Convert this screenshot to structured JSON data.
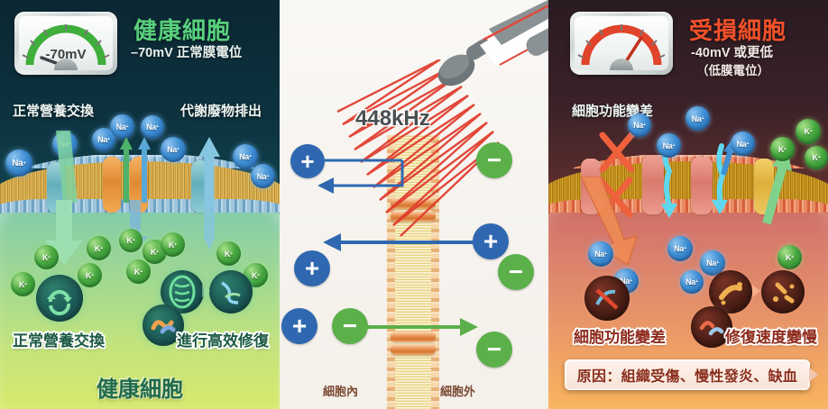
{
  "panels": {
    "healthy": {
      "gauge": {
        "value": "-70mV",
        "name": "voltage-meter",
        "arc_color": "#3fae3a"
      },
      "title": "健康細胞",
      "subtitle": "–70mV 正常膜電位",
      "top_labels": [
        "正常營養交換",
        "代謝廢物排出"
      ],
      "mid_labels": [
        "正常營養交換",
        "進行高效修復"
      ],
      "footer": "健康細胞",
      "ions": {
        "sodium": "Na",
        "sodium_charge": "+",
        "potassium": "K",
        "potassium_charge": "+"
      },
      "accent": "#58d07d"
    },
    "middle": {
      "frequency": "448kHz",
      "label_inside": "細胞內",
      "label_outside": "細胞外",
      "plus_glyph": "+",
      "minus_glyph": "−",
      "plus_color": "#2f68b0",
      "minus_color": "#5cb04a",
      "wave_color": "#e03a2b"
    },
    "damaged": {
      "gauge": {
        "value": "",
        "name": "voltage-meter",
        "arc_color": "#e0442a"
      },
      "title": "受損細胞",
      "subtitle": "-40mV 或更低",
      "subtitle2": "（低膜電位）",
      "top_labels": [
        "細胞功能變差"
      ],
      "mid_labels": [
        "細胞功能變差",
        "修復速度變慢"
      ],
      "cause_banner": "原因：組織受傷、慢性發炎、缺血",
      "ions": {
        "sodium": "Na",
        "sodium_charge": "+",
        "potassium": "K",
        "potassium_charge": "+"
      },
      "accent": "#f3512a"
    }
  }
}
